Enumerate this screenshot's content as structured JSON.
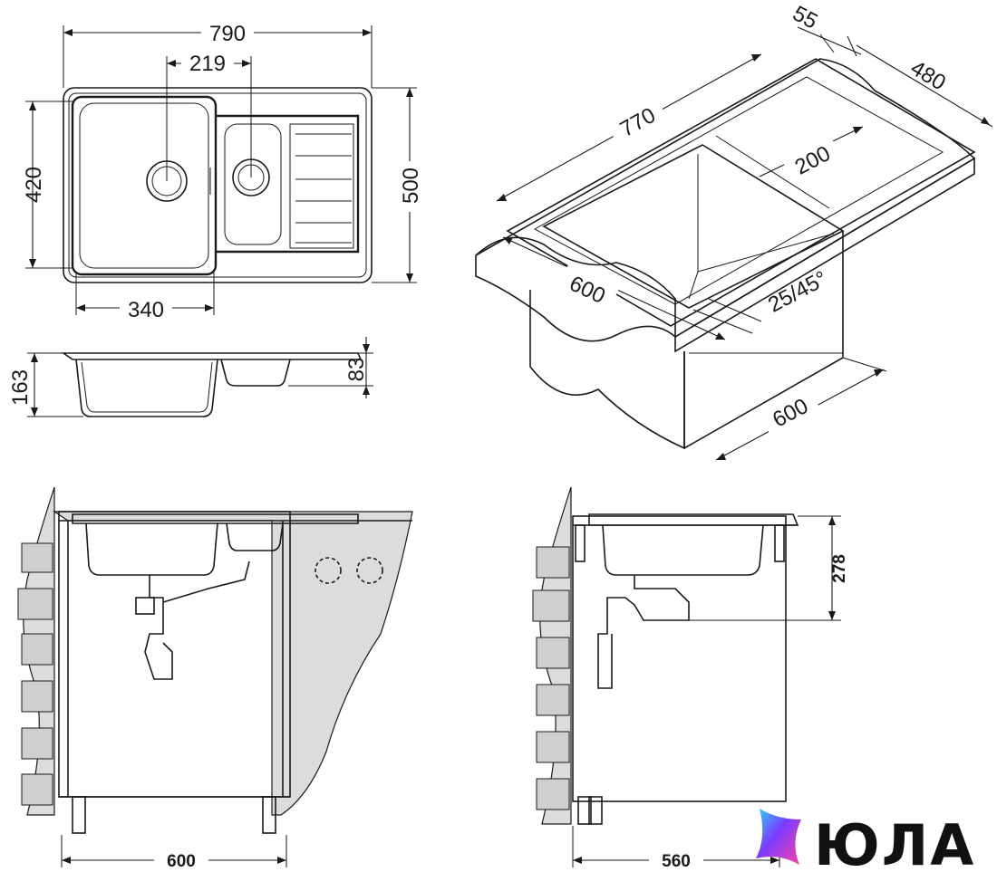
{
  "top_view": {
    "dim_overall_width": "790",
    "dim_drain_spacing": "219",
    "dim_bowl_depth": "420",
    "dim_overall_depth": "500",
    "dim_bowl_width": "340"
  },
  "side_view": {
    "dim_bowl_height": "163",
    "dim_small_bowl_height": "83"
  },
  "iso_view": {
    "dim_front_edge": "55",
    "dim_depth": "480",
    "dim_length": "770",
    "dim_drainer": "200",
    "dim_cabinet_width": "600",
    "dim_angle": "25/45°",
    "dim_cabinet_depth": "600"
  },
  "front_install": {
    "dim_cabinet_width": "600"
  },
  "side_install": {
    "dim_cabinet_depth": "560",
    "dim_height": "278"
  },
  "brand": {
    "logo_text": "ЮЛА"
  }
}
